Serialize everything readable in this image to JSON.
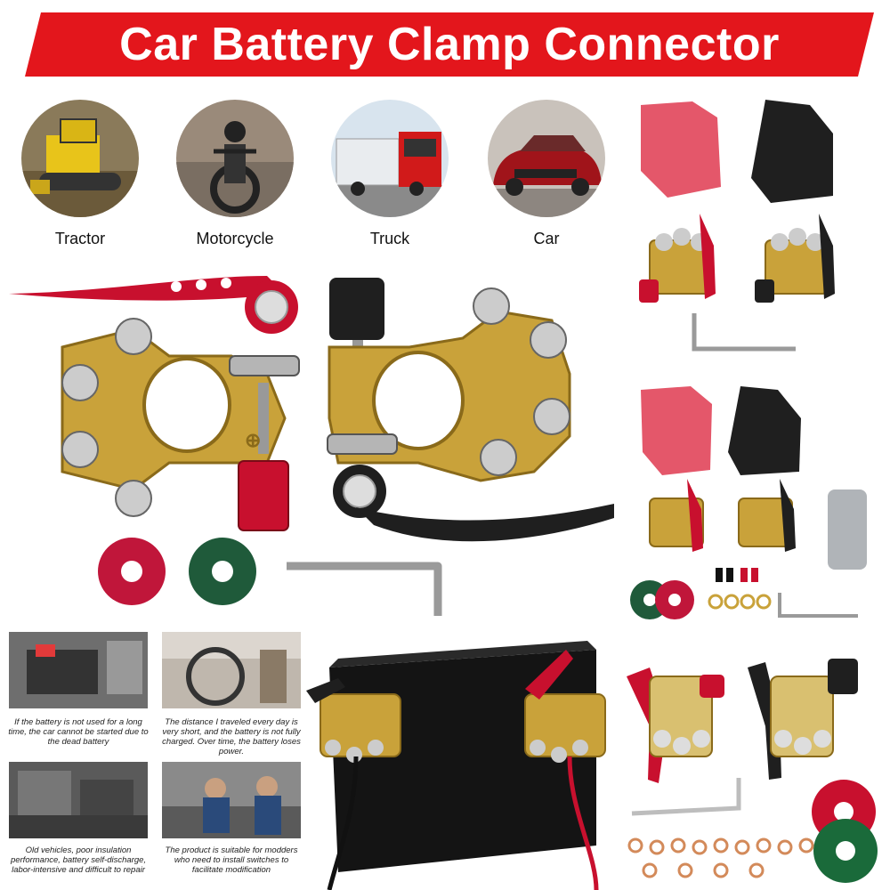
{
  "title": "Car Battery Clamp Connector",
  "colors": {
    "banner": "#e3161c",
    "brass": "#c9a23a",
    "red": "#c8102e",
    "black": "#1a1a1a"
  },
  "vehicles": [
    {
      "label": "Tractor",
      "icon": "tractor-photo"
    },
    {
      "label": "Motorcycle",
      "icon": "motorcycle-photo"
    },
    {
      "label": "Truck",
      "icon": "truck-photo"
    },
    {
      "label": "Car",
      "icon": "car-photo"
    }
  ],
  "captions": [
    "If the battery is not used for a long time, the car cannot be started due to the dead battery",
    "The distance I traveled every day is very short, and the battery is not fully charged. Over time, the battery loses power.",
    "Old vehicles, poor insulation performance, battery self-discharge, labor-intensive and difficult to repair",
    "The product is suitable for modders who need to install switches to facilitate modification"
  ]
}
